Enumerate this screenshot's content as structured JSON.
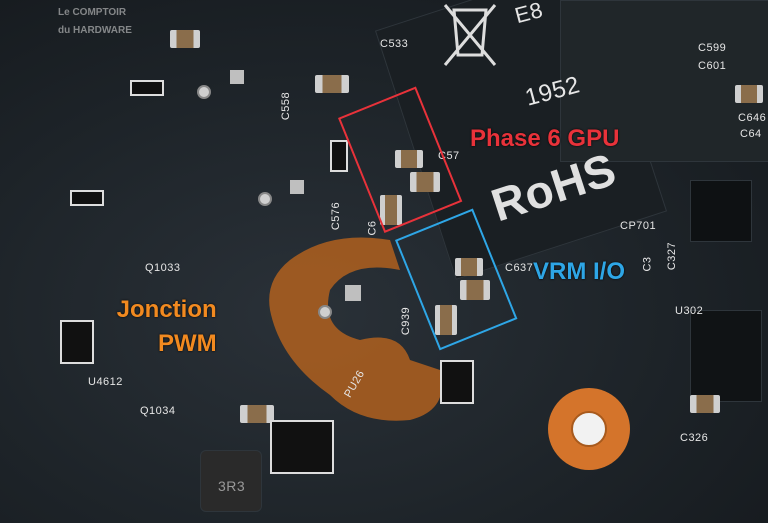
{
  "watermark": {
    "line1": "Le COMPTOIR",
    "line2": "du HARDWARE"
  },
  "annotations": [
    {
      "text": "Phase 6 GPU",
      "color": "#e8323a",
      "box_color": "#e8323a"
    },
    {
      "text": "VRM I/O",
      "color": "#2ea6e6",
      "box_color": "#2ea6e6"
    },
    {
      "text": "Jonction PWM",
      "line1": "Jonction",
      "line2": "PWM",
      "color": "#f28a20"
    }
  ],
  "silkscreen": [
    "C533",
    "C558",
    "C57",
    "C576",
    "C6",
    "C637",
    "C939",
    "PU26",
    "Q1033",
    "U4612",
    "Q1034",
    "C599",
    "C601",
    "C646",
    "CP701",
    "U302",
    "C326",
    "3R3",
    "1952",
    "RoHS",
    "E8",
    "C64",
    "C327",
    "C3"
  ],
  "colors": {
    "pcb": "#1d2328",
    "copper": "#b0601e"
  }
}
